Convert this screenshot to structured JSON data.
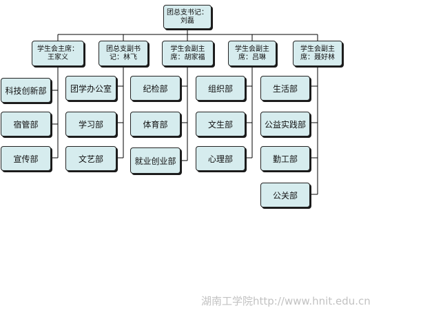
{
  "org_chart": {
    "root": "团总支书记：刘磊",
    "branches": [
      {
        "title": "学生会主席：王家义",
        "departments": [
          "科技创新部",
          "宿管部",
          "宣传部"
        ]
      },
      {
        "title": "团总支副书记：林飞",
        "departments": [
          "团学办公室",
          "学习部",
          "文艺部"
        ]
      },
      {
        "title": "学生会副主席：胡家福",
        "departments": [
          "纪检部",
          "体育部",
          "就业创业部"
        ]
      },
      {
        "title": "学生会副主席：吕琳",
        "departments": [
          "组织部",
          "文生部",
          "心理部"
        ]
      },
      {
        "title": "学生会副主席：聂好林",
        "departments": [
          "生活部",
          "公益实践部",
          "勤工部",
          "公关部"
        ]
      }
    ]
  },
  "watermark": "湖南工学院http://www.hnit.edu.cn"
}
